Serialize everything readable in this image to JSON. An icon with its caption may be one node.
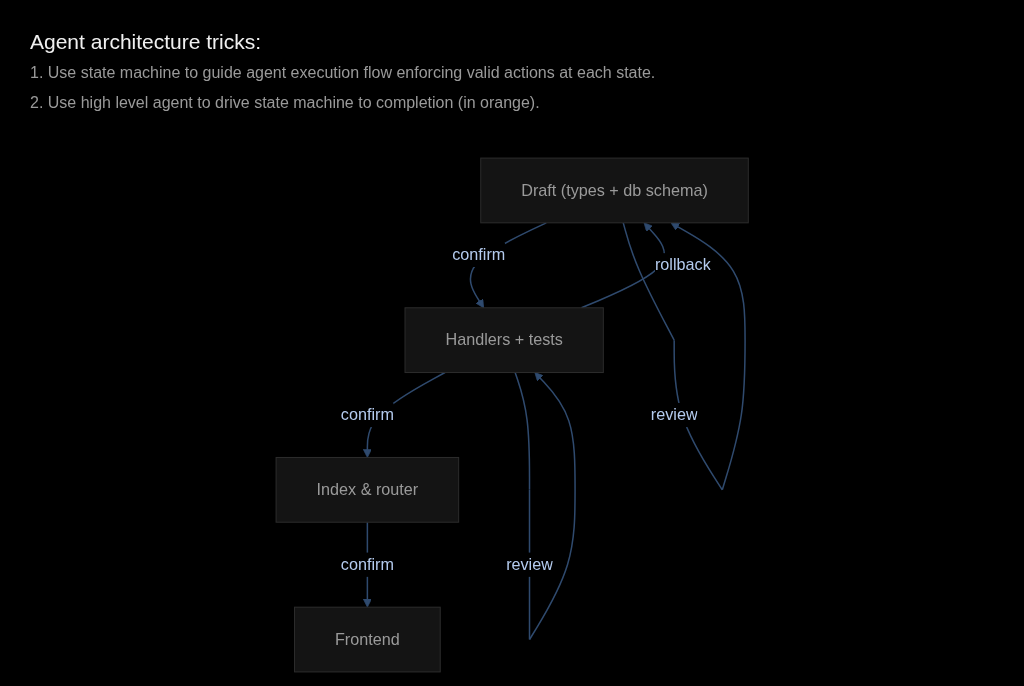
{
  "diagram": {
    "title": "Agent architecture tricks:",
    "nodes": [
      {
        "text": [
          "Draft (types + db schema)"
        ]
      },
      {
        "text": [
          "Handlers + tests"
        ]
      },
      {
        "text": [
          "Index & router"
        ]
      },
      {
        "text": [
          "Frontend"
        ]
      }
    ],
    "edges": [
      {
        "from": 0,
        "to": 1,
        "arrow": "to",
        "label": "confirm"
      },
      {
        "from": 1,
        "to": 2,
        "arrow": "to",
        "label": "confirm"
      },
      {
        "from": 2,
        "to": 3,
        "arrow": "to",
        "label": "confirm"
      },
      {
        "from": 0,
        "to": 0,
        "arrow": "to",
        "label": "review"
      },
      {
        "from": 1,
        "to": 1,
        "arrow": "to",
        "label": "review"
      },
      {
        "from": 1,
        "to": 0,
        "arrow": "to",
        "label": "rollback"
      }
    ],
    "labels": [
      "1. Use state machine to guide agent execution flow enforcing valid actions at each state.",
      "2. Use high level agent to drive state machine to completion (in orange)."
    ]
  }
}
